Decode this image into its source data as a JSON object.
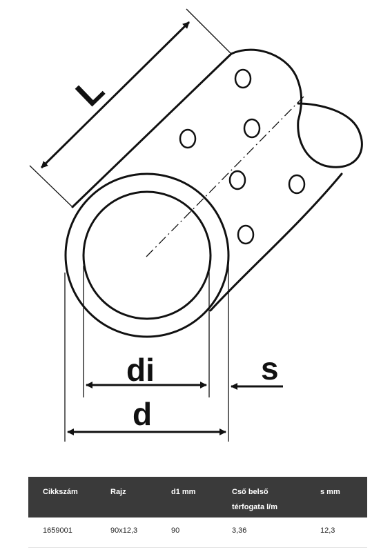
{
  "drawing": {
    "labels": {
      "length": "L",
      "inner_diameter": "di",
      "outer_diameter": "d",
      "wall_thickness": "s"
    }
  },
  "table": {
    "headers": [
      "Cikkszám",
      "Rajz",
      "d1 mm",
      "Cső belső",
      "s mm"
    ],
    "header_sub": "térfogata l/m",
    "rows": [
      [
        "1659001",
        "90x12,3",
        "90",
        "3,36",
        "12,3"
      ]
    ]
  }
}
